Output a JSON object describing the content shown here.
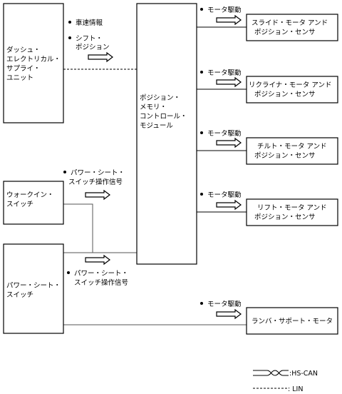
{
  "boxes": {
    "dash_unit": [
      "ダッシュ・",
      "エレクトリカル・",
      "サプライ・",
      "ユニット"
    ],
    "walkin_switch": [
      "ウォークイン・",
      "スイッチ"
    ],
    "power_seat_switch": [
      "パワー・シート・",
      "スイッチ"
    ],
    "memory_module": [
      "ポジション・",
      "メモリ・",
      "コントロール・",
      "モジュール"
    ],
    "slide_motor": [
      "スライド・モータ アンド",
      "ポジション・センサ"
    ],
    "recliner_motor": [
      "リクライナ・モータ アンド",
      "ポジション・センサ"
    ],
    "tilt_motor": [
      "チルト・モータ アンド",
      "ポジション・センサ"
    ],
    "lift_motor": [
      "リフト・モータ アンド",
      "ポジション・センサ"
    ],
    "lumbar_motor": [
      "ランバ・サポート・モータ"
    ]
  },
  "signals": {
    "vehicle_speed": [
      "車速情報"
    ],
    "shift_position": [
      "シフト・",
      "ポジション"
    ],
    "walkin_signal": [
      "パワー・シート・",
      "スイッチ操作信号"
    ],
    "powerseat_signal": [
      "パワー・シート・",
      "スイッチ操作信号"
    ],
    "motor_drive": "モータ駆動"
  },
  "legend": {
    "hs_can": ":HS-CAN",
    "lin": ": LIN"
  }
}
